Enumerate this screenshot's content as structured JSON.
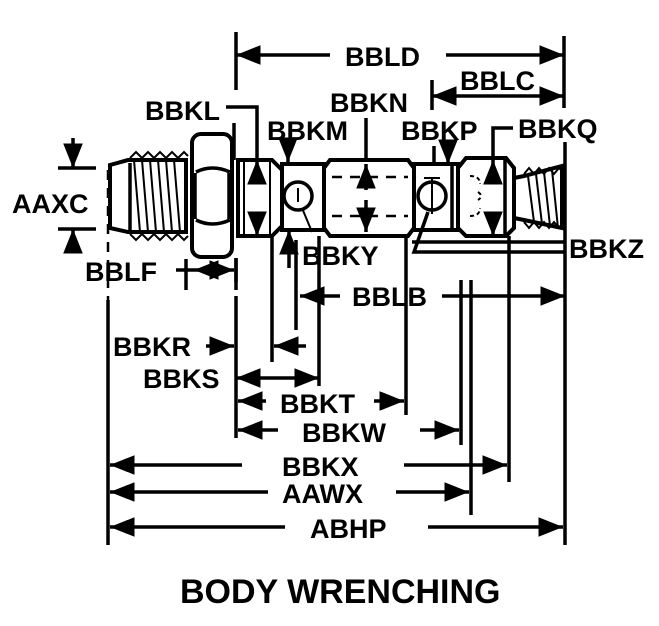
{
  "drawing": {
    "title": "BODY WRENCHING",
    "colors": {
      "ink": "#000000",
      "background": "#ffffff"
    },
    "labels": {
      "bbld": "BBLD",
      "bblc": "BBLC",
      "bbkl": "BBKL",
      "bbkn": "BBKN",
      "bbkm": "BBKM",
      "bbkp": "BBKP",
      "bbkq": "BBKQ",
      "aaxc": "AAXC",
      "bbky": "BBKY",
      "bbkz": "BBKZ",
      "bblf": "BBLF",
      "bblb": "BBLB",
      "bbkr": "BBKR",
      "bbks": "BBKS",
      "bbkt": "BBKT",
      "bbkw": "BBKW",
      "bbkx": "BBKX",
      "aawx": "AAWX",
      "abhp": "ABHP"
    }
  }
}
